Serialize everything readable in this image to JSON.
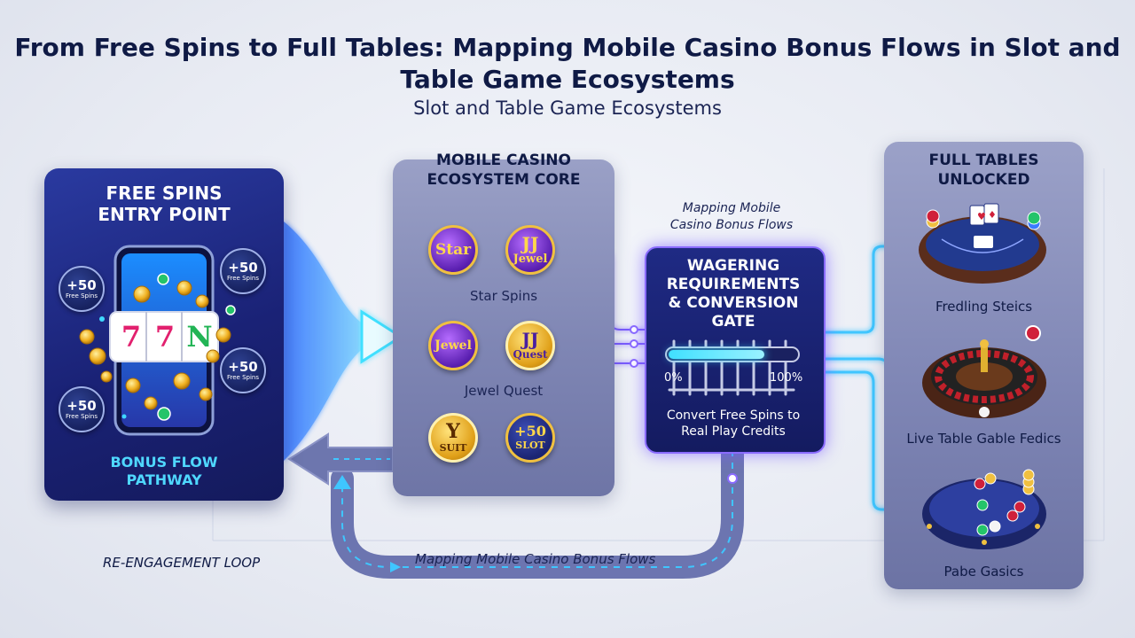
{
  "header": {
    "title": "From Free Spins to Full Tables: Mapping Mobile Casino Bonus Flows in Slot and Table Game Ecosystems",
    "subtitle": "Slot and Table Game Ecosystems"
  },
  "entry": {
    "title": "FREE SPINS\nENTRY POINT",
    "bottom_label": "BONUS FLOW\nPATHWAY",
    "badges": [
      {
        "value": "+50",
        "sub": "Free Spins"
      },
      {
        "value": "+50",
        "sub": "Free Spins"
      },
      {
        "value": "+50",
        "sub": "Free Spins"
      },
      {
        "value": "+50",
        "sub": "Free Spins"
      }
    ],
    "reel_symbols": [
      "7",
      "7",
      "N"
    ]
  },
  "core": {
    "title": "MOBILE CASINO\nECOSYSTEM CORE",
    "coins": [
      {
        "text": "Star"
      },
      {
        "text_top": "JJ",
        "text_bottom": "Jewel"
      },
      {
        "text": "Jewel"
      },
      {
        "text_top": "JJ",
        "text_bottom": "Quest"
      },
      {
        "text_top": "Y",
        "text_bottom": "SUIT"
      },
      {
        "text_top": "+50",
        "text_bottom": "SLOT"
      }
    ],
    "captions": [
      "Star Spins",
      "Jewel Quest"
    ]
  },
  "gate": {
    "label": "Mapping Mobile\nCasino Bonus Flows",
    "title": "WAGERING\nREQUIREMENTS\n& CONVERSION\nGATE",
    "progress": 0.75,
    "min_label": "0%",
    "max_label": "100%",
    "caption": "Convert Free Spins to\nReal Play Credits"
  },
  "tables": {
    "title": "FULL TABLES\nUNLOCKED",
    "captions": [
      "Fredling Steics",
      "Live Table Gable Fedics",
      "Pabe Gasics"
    ]
  },
  "loop": {
    "label": "RE-ENGAGEMENT LOOP",
    "path_label": "Mapping Mobile Casino Bonus Flows"
  },
  "colors": {
    "navy": "#0f1a45",
    "accent_cyan": "#40e0ff",
    "accent_purple": "#8a6bff"
  }
}
